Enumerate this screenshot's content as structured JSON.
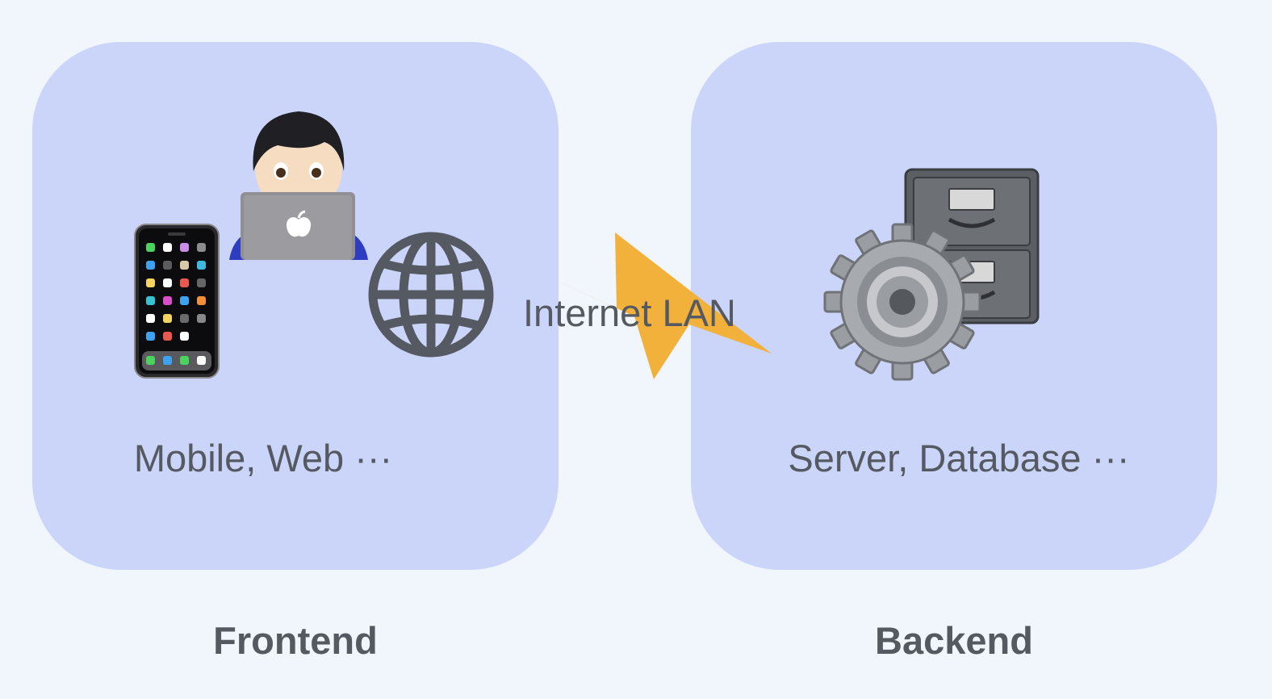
{
  "frontend": {
    "caption": "Mobile, Web ···",
    "title": "Frontend",
    "icons": [
      "phone-icon",
      "person-with-laptop-icon",
      "globe-icon"
    ]
  },
  "connection": {
    "label": "Internet LAN",
    "icon": "lightning-bolt-icon",
    "color": "#f2b13b"
  },
  "backend": {
    "caption": "Server, Database ···",
    "title": "Backend",
    "icons": [
      "file-cabinet-icon",
      "gear-icon"
    ]
  },
  "colors": {
    "background": "#f1f5fc",
    "panel": "#cad5f9",
    "text": "#555a62"
  }
}
